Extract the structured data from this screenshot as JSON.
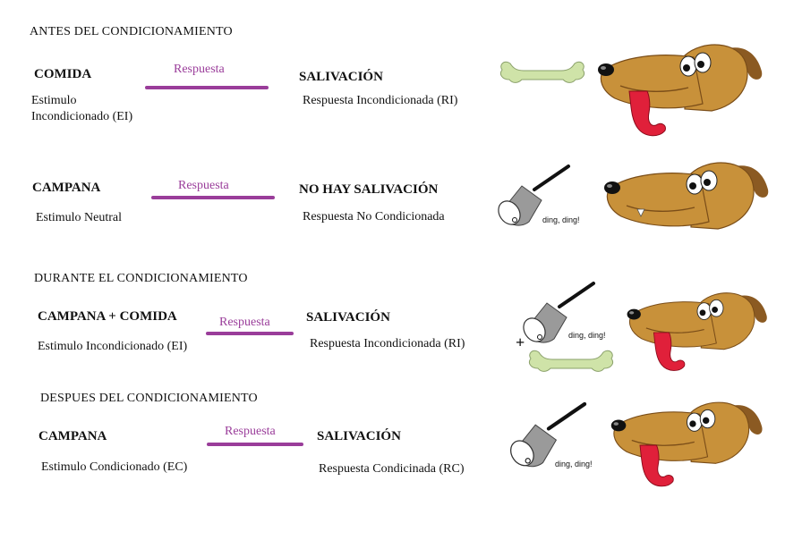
{
  "sections": {
    "before": "ANTES DEL CONDICIONAMIENTO",
    "during": "DURANTE EL CONDICIONAMIENTO",
    "after": "DESPUES DEL CONDICIONAMIENTO"
  },
  "rows": [
    {
      "stimulus": "COMIDA",
      "stimulus_sub_1": "Estimulo",
      "stimulus_sub_2": "Incondicionado (EI)",
      "arrow": "Respuesta",
      "response": "SALIVACIÓN",
      "response_sub": "Respuesta Incondicionada (RI)"
    },
    {
      "stimulus": "CAMPANA",
      "stimulus_sub": "Estimulo Neutral",
      "arrow": "Respuesta",
      "response": "NO HAY SALIVACIÓN",
      "response_sub": "Respuesta No Condicionada"
    },
    {
      "stimulus": "CAMPANA + COMIDA",
      "stimulus_sub": "Estimulo Incondicionado  (EI)",
      "arrow": "Respuesta",
      "response": "SALIVACIÓN",
      "response_sub": "Respuesta Incondicionada  (RI)"
    },
    {
      "stimulus": "CAMPANA",
      "stimulus_sub": "Estimulo Condicionado  (EC)",
      "arrow": "Respuesta",
      "response": "SALIVACIÓN",
      "response_sub": "Respuesta Condicinada (RC)"
    }
  ],
  "bell_sound": "ding, ding!",
  "plus": "+",
  "colors": {
    "arrow": "#9a3d9a",
    "dog": "#c8913a",
    "tongue": "#e0203a",
    "bone": "#cfe3a8"
  }
}
